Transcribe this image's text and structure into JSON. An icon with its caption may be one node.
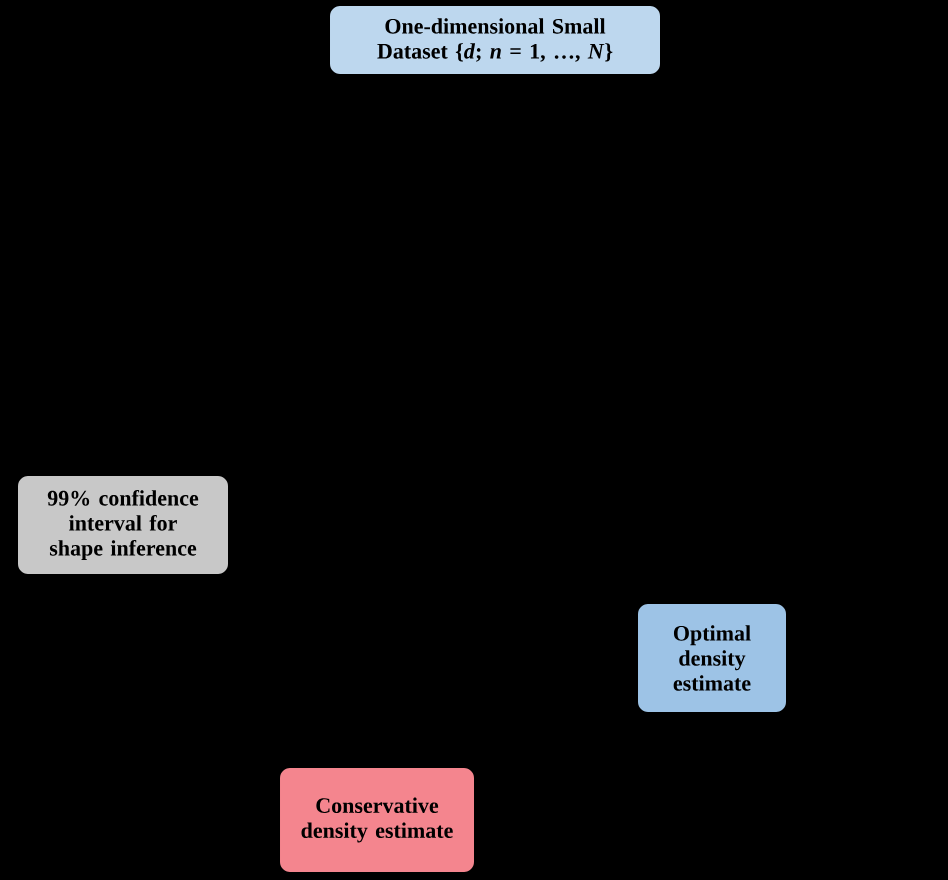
{
  "diagram": {
    "nodes": [
      {
        "text": [
          "One-dimensional Small Dataset {*d*; *n* = 1, …, *N*}"
        ]
      },
      {
        "text": [
          "99% confidence interval for shape inference"
        ]
      },
      {
        "text": [
          "Optimal density estimate"
        ]
      },
      {
        "text": [
          "Conservative density estimate"
        ]
      }
    ]
  }
}
